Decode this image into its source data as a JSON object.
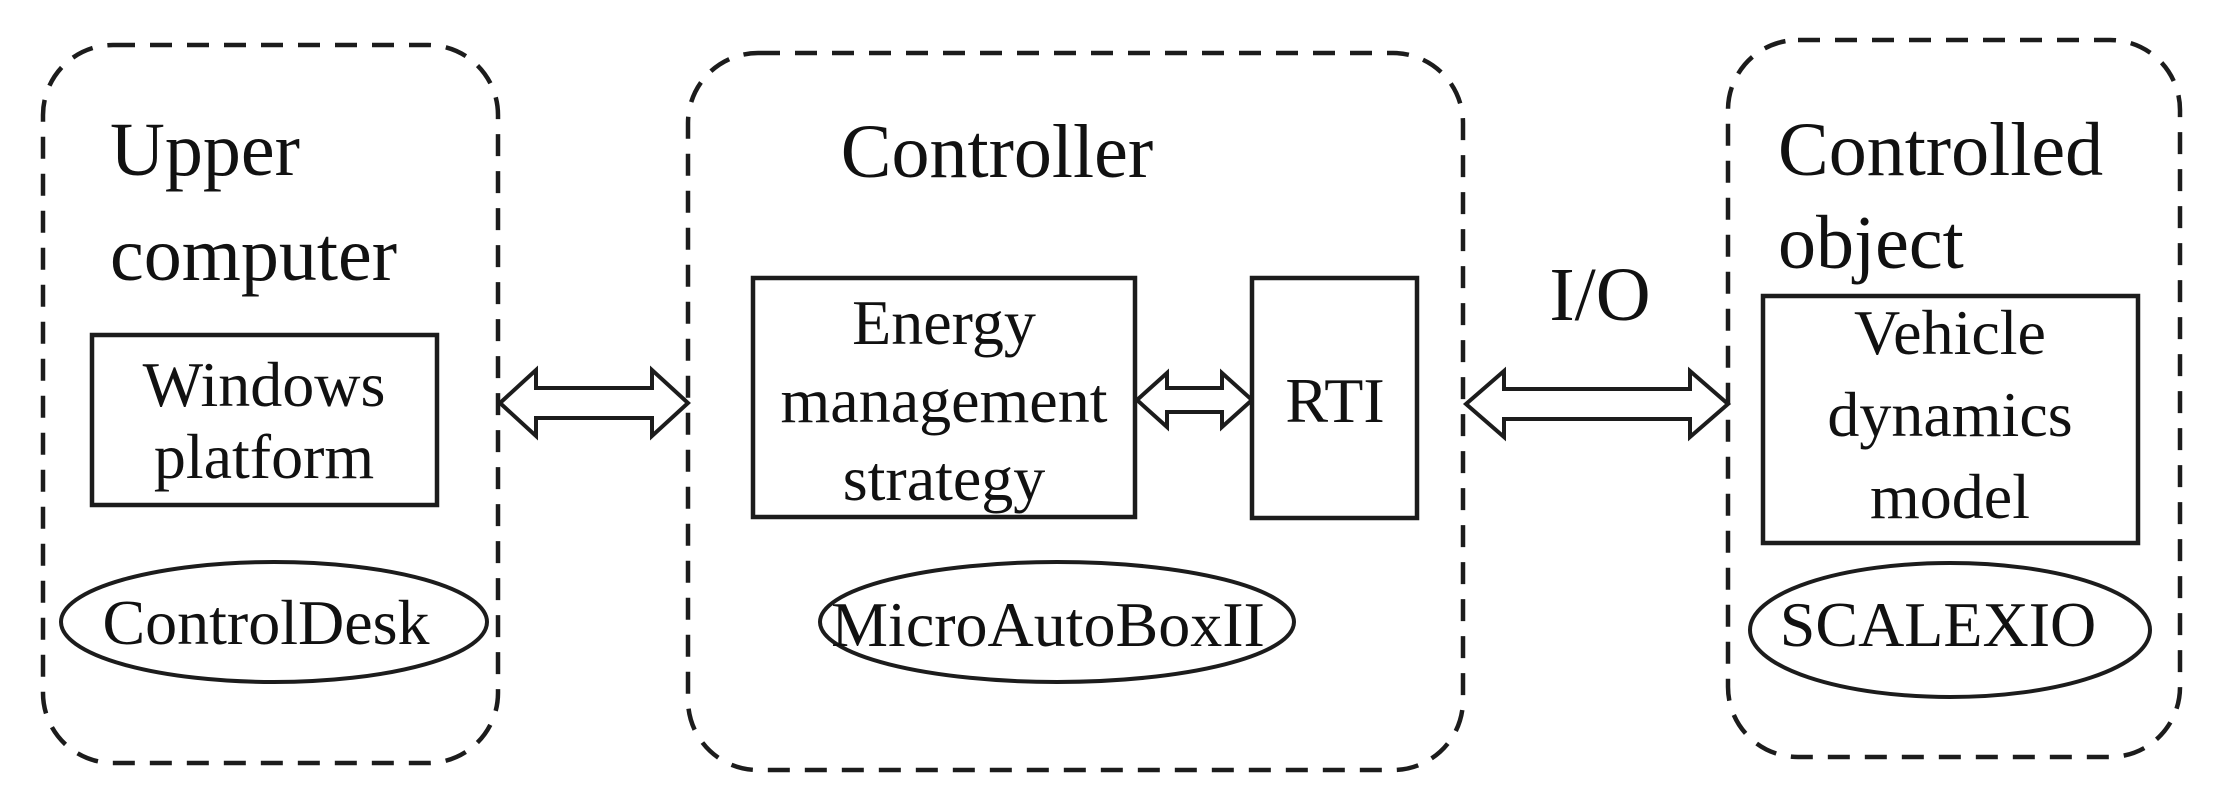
{
  "diagram": {
    "background": "#ffffff",
    "stroke_color": "#1c1c1c",
    "groups": [
      {
        "id": "upper-computer",
        "title_lines": [
          "Upper",
          "computer"
        ],
        "inner_box_lines": [
          "Windows",
          "platform"
        ],
        "platform_label": "ControlDesk"
      },
      {
        "id": "controller",
        "title_lines": [
          "Controller"
        ],
        "inner_box_lines": [
          "Energy",
          "management",
          "strategy"
        ],
        "interface_box_label": "RTI",
        "platform_label": "MicroAutoBoxII"
      },
      {
        "id": "controlled-object",
        "title_lines": [
          "Controlled",
          "object"
        ],
        "inner_box_lines": [
          "Vehicle",
          "dynamics",
          "model"
        ],
        "platform_label": "SCALEXIO"
      }
    ],
    "io_arrow_label": "I/O"
  }
}
